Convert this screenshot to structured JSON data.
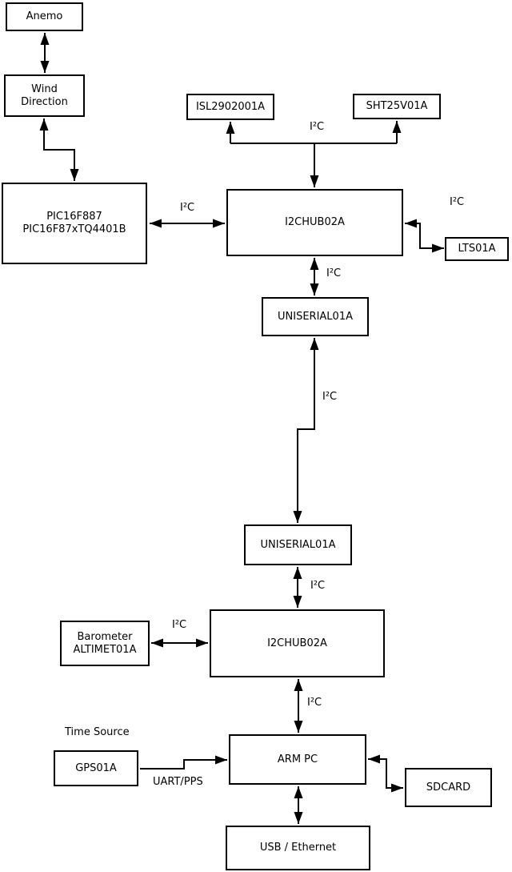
{
  "diagram": {
    "colors": {
      "background": "#ffffff",
      "line": "#000000",
      "box_fill": "#ffffff",
      "text": "#000000"
    },
    "nodes": {
      "anemo": {
        "label": "Anemo"
      },
      "wind_direction": {
        "line1": "Wind",
        "line2": "Direction"
      },
      "pic": {
        "line1": "PIC16F887",
        "line2": "PIC16F87xTQ4401B"
      },
      "isl": {
        "label": "ISL2902001A"
      },
      "sht": {
        "label": "SHT25V01A"
      },
      "hub1": {
        "label": "I2CHUB02A"
      },
      "lts": {
        "label": "LTS01A"
      },
      "uniserial1": {
        "label": "UNISERIAL01A"
      },
      "uniserial2": {
        "label": "UNISERIAL01A"
      },
      "hub2": {
        "label": "I2CHUB02A"
      },
      "barometer": {
        "line1": "Barometer",
        "line2": "ALTIMET01A"
      },
      "gps": {
        "label": "GPS01A"
      },
      "arm_pc": {
        "label": "ARM PC"
      },
      "sdcard": {
        "label": "SDCARD"
      },
      "usb_ethernet": {
        "label": "USB / Ethernet"
      }
    },
    "edge_labels": {
      "i2c_pic_hub1": "I²C",
      "i2c_hub1_sensors": "I²C",
      "i2c_hub1_lts": "I²C",
      "i2c_hub1_uniserial1": "I²C",
      "i2c_uniserial_link": "I²C",
      "i2c_uniserial2_hub2": "I²C",
      "i2c_barometer_hub2": "I²C",
      "i2c_hub2_armpc": "I²C",
      "uart_pps": "UART/PPS",
      "time_source": "Time Source"
    }
  }
}
